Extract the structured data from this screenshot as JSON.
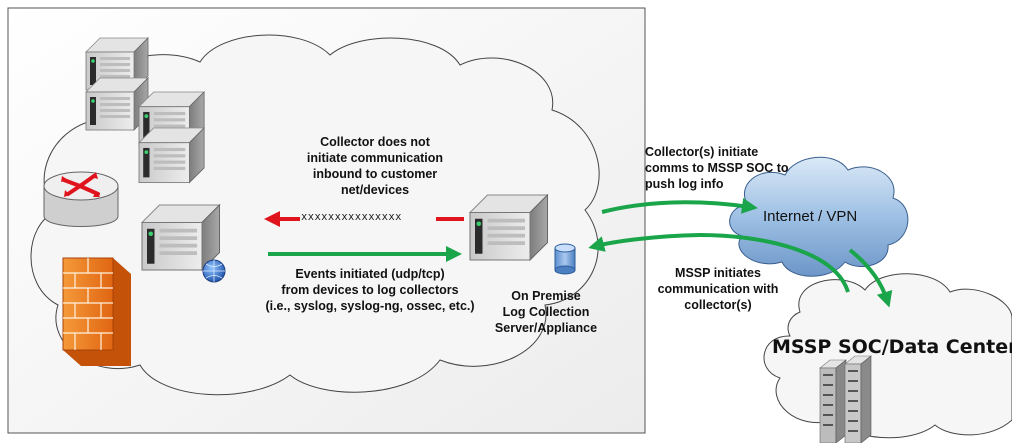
{
  "labels": {
    "collector_no_initiate": [
      "Collector does not",
      "initiate communication",
      "inbound to customer",
      "net/devices"
    ],
    "xmarks": "xxxxxxxxxxxxxxx",
    "events_initiated": [
      "Events initiated (udp/tcp)",
      "from devices to log collectors",
      "(i.e., syslog, syslog-ng, ossec, etc.)"
    ],
    "on_premise": [
      "On Premise",
      "Log Collection",
      "Server/Appliance"
    ],
    "collector_initiate": [
      "Collector(s) initiate",
      "comms to MSSP SOC to",
      "push log info"
    ],
    "internet_vpn": "Internet / VPN",
    "mssp_initiates": [
      "MSSP initiates",
      "communication with",
      "collector(s)"
    ],
    "soc_datacenter": "MSSP SOC/Data Center"
  },
  "colors": {
    "green_arrow": "#1aa54a",
    "red_arrow": "#e0141c",
    "firewall": "#f07a1c",
    "cloud_blue": "#8fb4dc",
    "router": "#d8d8d8"
  },
  "icons": [
    "server-rack-icon",
    "router-icon",
    "firewall-icon",
    "web-server-icon",
    "log-collector-icon",
    "database-icon",
    "datacenter-icon"
  ]
}
